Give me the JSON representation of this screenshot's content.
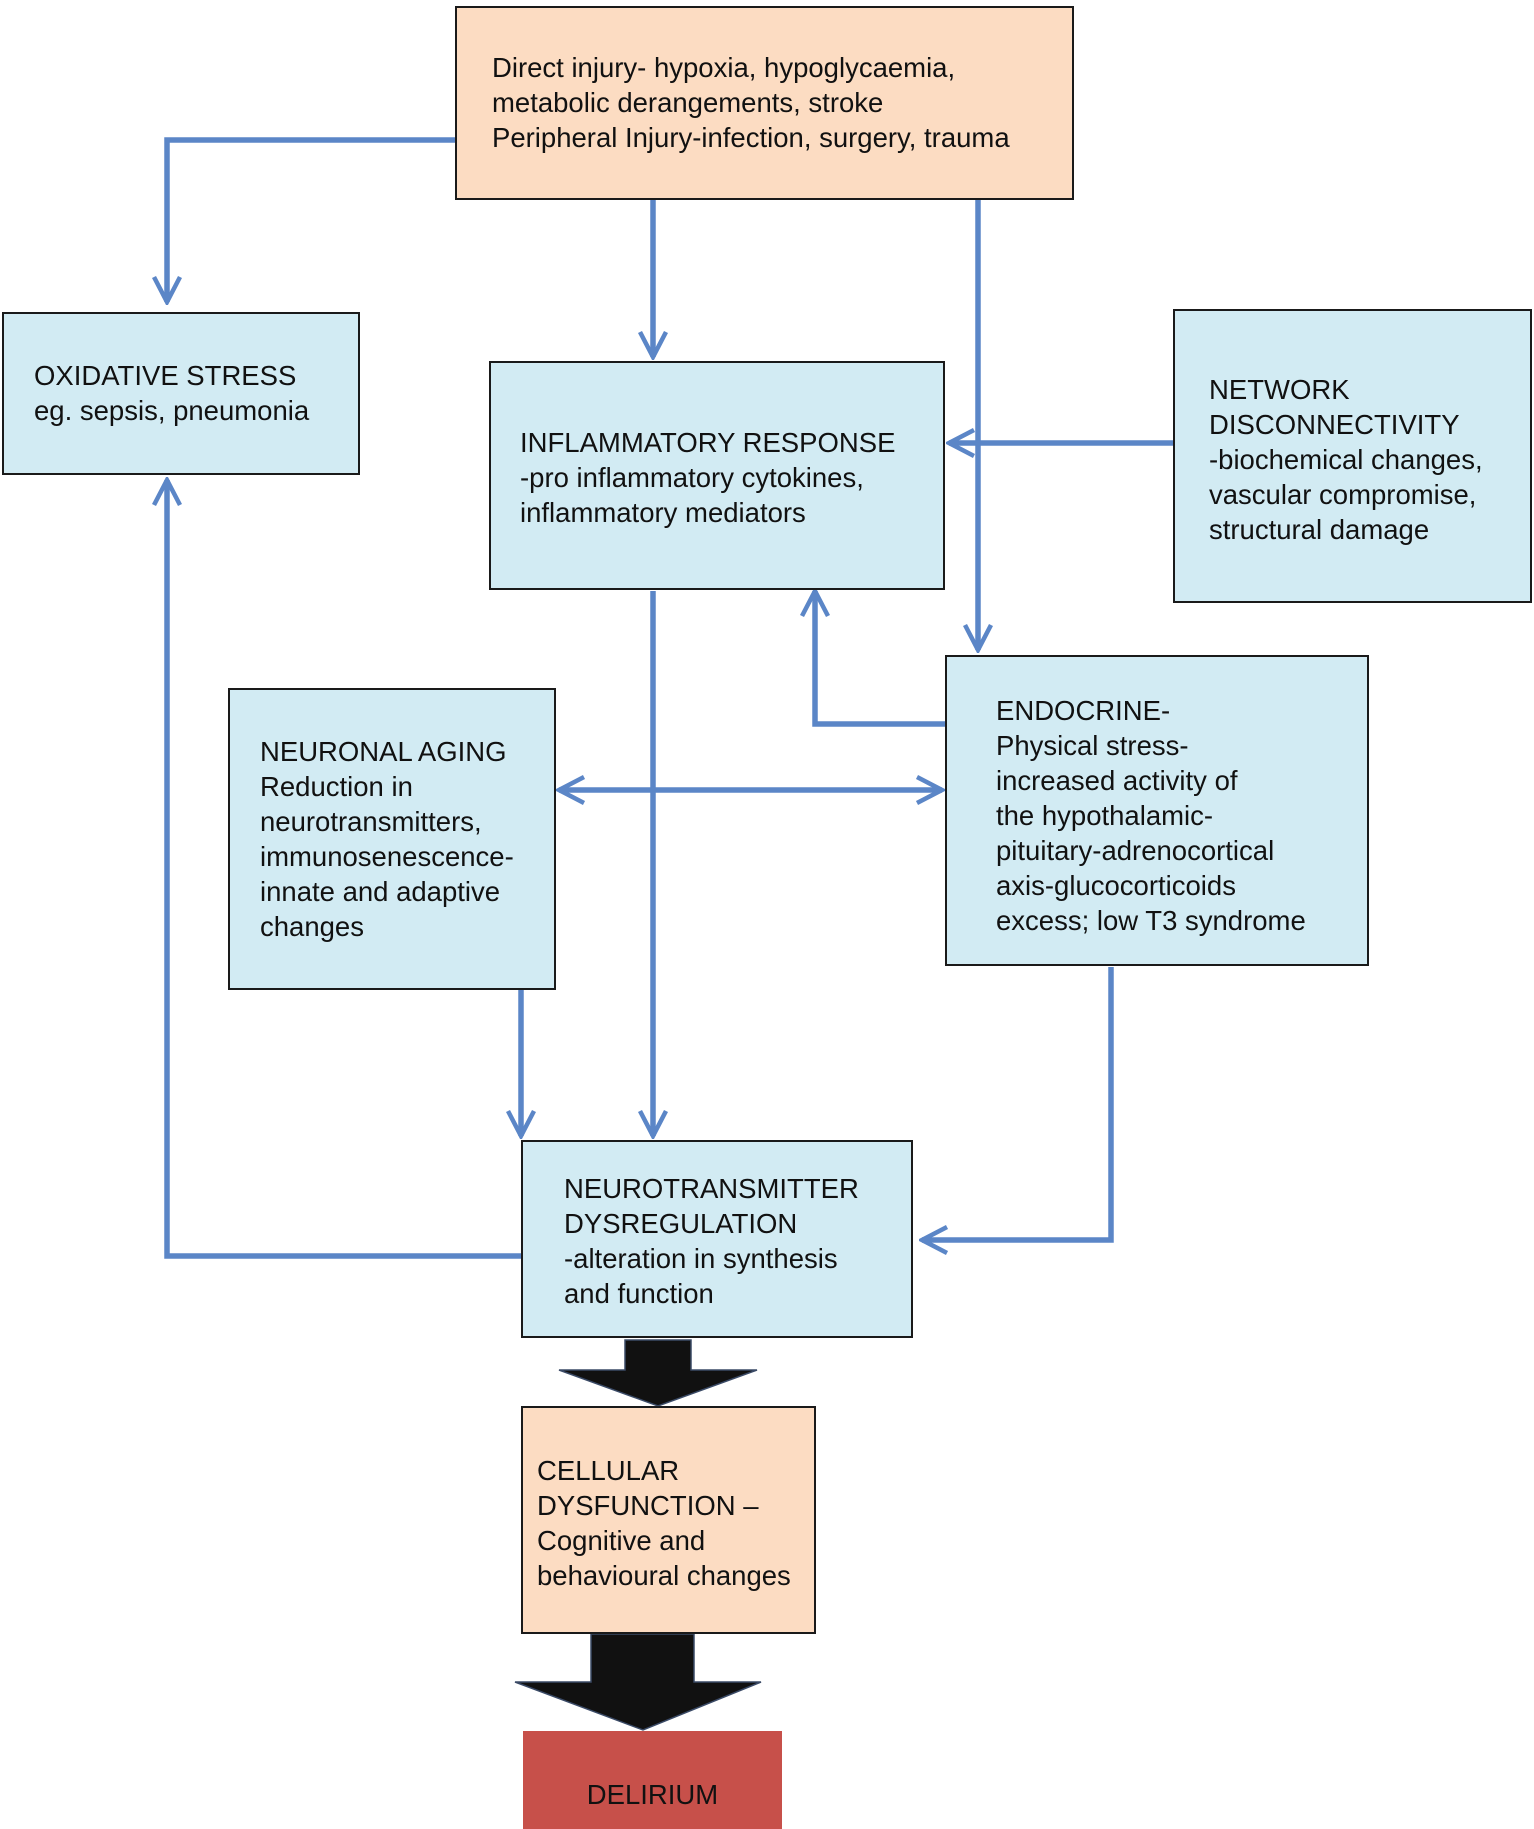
{
  "boxes": {
    "direct_injury": {
      "lines": [
        "Direct injury- hypoxia, hypoglycaemia,",
        "metabolic derangements, stroke",
        "Peripheral Injury-infection, surgery, trauma"
      ]
    },
    "oxidative_stress": {
      "lines": [
        "OXIDATIVE STRESS",
        "eg. sepsis, pneumonia"
      ]
    },
    "inflammatory_response": {
      "lines": [
        "INFLAMMATORY RESPONSE",
        "-pro inflammatory cytokines,",
        "inflammatory mediators"
      ]
    },
    "network_disconnectivity": {
      "lines": [
        "NETWORK",
        "DISCONNECTIVITY",
        "-biochemical changes,",
        "vascular compromise,",
        "structural damage"
      ]
    },
    "neuronal_aging": {
      "lines": [
        "NEURONAL AGING",
        "Reduction in",
        "neurotransmitters,",
        "immunosenescence-",
        "innate and adaptive",
        "changes"
      ]
    },
    "endocrine": {
      "lines": [
        "ENDOCRINE-",
        "Physical stress-",
        "increased activity of",
        "the hypothalamic-",
        "pituitary-adrenocortical",
        "axis-glucocorticoids",
        "excess; low T3 syndrome"
      ]
    },
    "neurotransmitter_dysregulation": {
      "lines": [
        "NEUROTRANSMITTER",
        "DYSREGULATION",
        "-alteration in synthesis",
        "and function"
      ]
    },
    "cellular_dysfunction": {
      "lines": [
        "CELLULAR",
        "DYSFUNCTION –",
        "Cognitive and",
        "behavioural changes"
      ]
    },
    "delirium": {
      "lines": [
        "DELIRIUM"
      ]
    }
  },
  "colors": {
    "arrow": "#5b86c7",
    "blue_box": "#d2ebf3",
    "peach_box": "#fcdcc2",
    "delirium_box": "#c7504a",
    "block_arrow": "#111111"
  }
}
